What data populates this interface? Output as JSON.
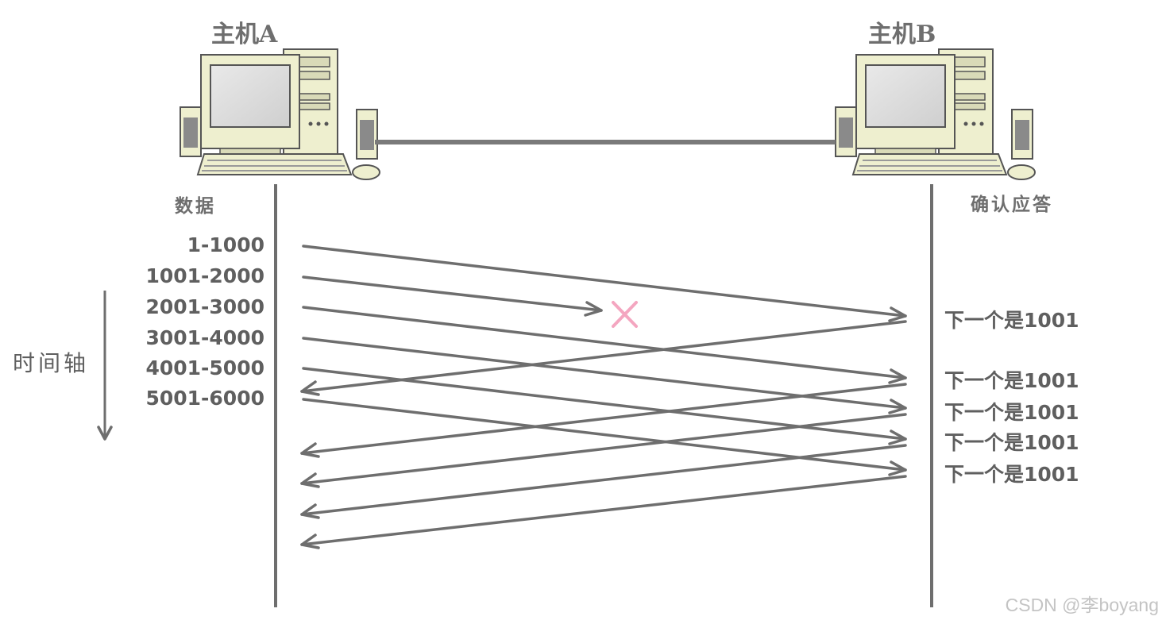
{
  "hosts": {
    "a": {
      "label": "主机A"
    },
    "b": {
      "label": "主机B"
    }
  },
  "columns": {
    "data_header": "数据",
    "ack_header": "确认应答"
  },
  "time_axis": {
    "label": "时间轴"
  },
  "segments": [
    "1-1000",
    "1001-2000",
    "2001-3000",
    "3001-4000",
    "4001-5000",
    "5001-6000"
  ],
  "acks": [
    "下一个是1001",
    "下一个是1001",
    "下一个是1001",
    "下一个是1001",
    "下一个是1001"
  ],
  "lost_segment": "1001-2000",
  "watermark": "CSDN @李boyang",
  "colors": {
    "line": "#6e6e6e",
    "lost_marker": "#f4a6c0",
    "computer_body": "#eeefcf"
  },
  "icons": {
    "host_a": "desktop-computer-icon",
    "host_b": "desktop-computer-icon",
    "loss": "cross-icon"
  }
}
